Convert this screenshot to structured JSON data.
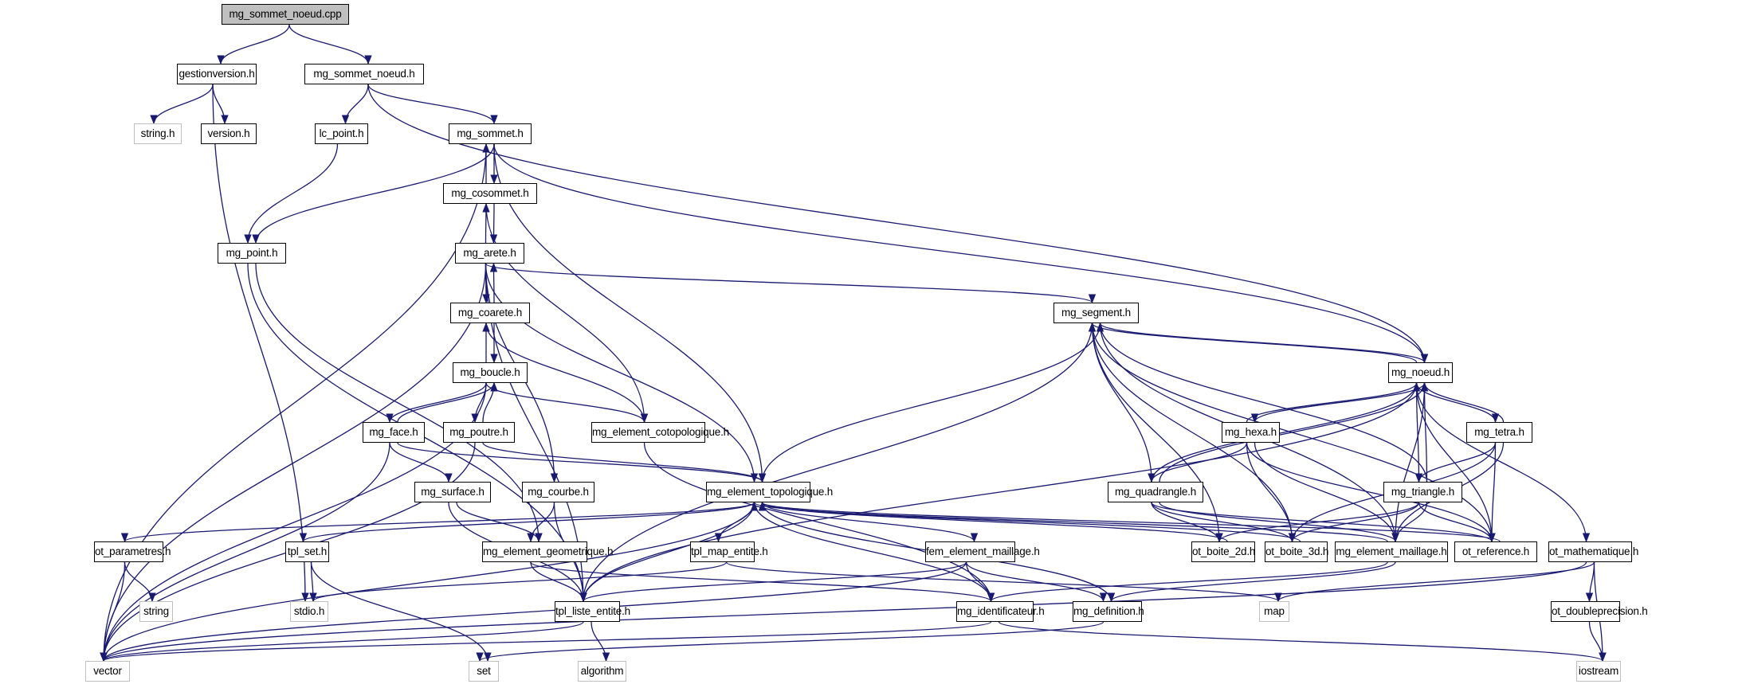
{
  "diagram": {
    "type": "include-dependency-graph",
    "root": "mg_sommet_noeud.cpp",
    "edge_color": "#191970",
    "root_fill": "#bfbfbf",
    "external_border": "#bfbfbf",
    "nodes": [
      {
        "id": "root",
        "label": "mg_sommet_noeud.cpp",
        "kind": "root"
      },
      {
        "id": "gestionversion",
        "label": "gestionversion.h",
        "kind": "project"
      },
      {
        "id": "mg_sommet_noeud_h",
        "label": "mg_sommet_noeud.h",
        "kind": "project"
      },
      {
        "id": "string_h",
        "label": "string.h",
        "kind": "external"
      },
      {
        "id": "version",
        "label": "version.h",
        "kind": "project"
      },
      {
        "id": "lc_point",
        "label": "lc_point.h",
        "kind": "project"
      },
      {
        "id": "mg_sommet",
        "label": "mg_sommet.h",
        "kind": "project"
      },
      {
        "id": "mg_cosommet",
        "label": "mg_cosommet.h",
        "kind": "project"
      },
      {
        "id": "mg_point",
        "label": "mg_point.h",
        "kind": "project"
      },
      {
        "id": "mg_arete",
        "label": "mg_arete.h",
        "kind": "project"
      },
      {
        "id": "mg_coarete",
        "label": "mg_coarete.h",
        "kind": "project"
      },
      {
        "id": "mg_segment",
        "label": "mg_segment.h",
        "kind": "project"
      },
      {
        "id": "mg_boucle",
        "label": "mg_boucle.h",
        "kind": "project"
      },
      {
        "id": "mg_noeud",
        "label": "mg_noeud.h",
        "kind": "project"
      },
      {
        "id": "mg_face",
        "label": "mg_face.h",
        "kind": "project"
      },
      {
        "id": "mg_poutre",
        "label": "mg_poutre.h",
        "kind": "project"
      },
      {
        "id": "mg_element_cotopologique",
        "label": "mg_element_cotopologique.h",
        "kind": "project"
      },
      {
        "id": "mg_hexa",
        "label": "mg_hexa.h",
        "kind": "project"
      },
      {
        "id": "mg_tetra",
        "label": "mg_tetra.h",
        "kind": "project"
      },
      {
        "id": "mg_surface",
        "label": "mg_surface.h",
        "kind": "project"
      },
      {
        "id": "mg_courbe",
        "label": "mg_courbe.h",
        "kind": "project"
      },
      {
        "id": "mg_element_topologique",
        "label": "mg_element_topologique.h",
        "kind": "project"
      },
      {
        "id": "mg_quadrangle",
        "label": "mg_quadrangle.h",
        "kind": "project"
      },
      {
        "id": "mg_triangle",
        "label": "mg_triangle.h",
        "kind": "project"
      },
      {
        "id": "ot_parametres",
        "label": "ot_parametres.h",
        "kind": "project"
      },
      {
        "id": "tpl_set",
        "label": "tpl_set.h",
        "kind": "project"
      },
      {
        "id": "mg_element_geometrique",
        "label": "mg_element_geometrique.h",
        "kind": "project"
      },
      {
        "id": "tpl_map_entite",
        "label": "tpl_map_entite.h",
        "kind": "project"
      },
      {
        "id": "fem_element_maillage",
        "label": "fem_element_maillage.h",
        "kind": "project"
      },
      {
        "id": "ot_boite_2d",
        "label": "ot_boite_2d.h",
        "kind": "project"
      },
      {
        "id": "ot_boite_3d",
        "label": "ot_boite_3d.h",
        "kind": "project"
      },
      {
        "id": "mg_element_maillage",
        "label": "mg_element_maillage.h",
        "kind": "project"
      },
      {
        "id": "ot_reference",
        "label": "ot_reference.h",
        "kind": "project"
      },
      {
        "id": "ot_mathematique",
        "label": "ot_mathematique.h",
        "kind": "project"
      },
      {
        "id": "string",
        "label": "string",
        "kind": "external"
      },
      {
        "id": "stdio_h",
        "label": "stdio.h",
        "kind": "external"
      },
      {
        "id": "tpl_liste_entite",
        "label": "tpl_liste_entite.h",
        "kind": "project"
      },
      {
        "id": "mg_identificateur",
        "label": "mg_identificateur.h",
        "kind": "project"
      },
      {
        "id": "mg_definition",
        "label": "mg_definition.h",
        "kind": "project"
      },
      {
        "id": "map",
        "label": "map",
        "kind": "external"
      },
      {
        "id": "ot_doubleprecision",
        "label": "ot_doubleprecision.h",
        "kind": "project"
      },
      {
        "id": "vector",
        "label": "vector",
        "kind": "external"
      },
      {
        "id": "set",
        "label": "set",
        "kind": "external"
      },
      {
        "id": "algorithm",
        "label": "algorithm",
        "kind": "external"
      },
      {
        "id": "iostream",
        "label": "iostream",
        "kind": "external"
      }
    ],
    "edges": [
      [
        "root",
        "gestionversion"
      ],
      [
        "root",
        "mg_sommet_noeud_h"
      ],
      [
        "gestionversion",
        "string_h"
      ],
      [
        "gestionversion",
        "version"
      ],
      [
        "gestionversion",
        "stdio_h"
      ],
      [
        "mg_sommet_noeud_h",
        "lc_point"
      ],
      [
        "mg_sommet_noeud_h",
        "mg_sommet"
      ],
      [
        "mg_sommet_noeud_h",
        "mg_noeud"
      ],
      [
        "lc_point",
        "mg_point"
      ],
      [
        "mg_sommet",
        "mg_cosommet"
      ],
      [
        "mg_sommet",
        "mg_point"
      ],
      [
        "mg_sommet",
        "mg_element_topologique"
      ],
      [
        "mg_sommet",
        "mg_noeud"
      ],
      [
        "mg_sommet",
        "vector"
      ],
      [
        "mg_cosommet",
        "mg_sommet"
      ],
      [
        "mg_cosommet",
        "mg_arete"
      ],
      [
        "mg_cosommet",
        "mg_element_cotopologique"
      ],
      [
        "mg_point",
        "tpl_liste_entite"
      ],
      [
        "mg_point",
        "mg_element_geometrique"
      ],
      [
        "mg_arete",
        "mg_cosommet"
      ],
      [
        "mg_arete",
        "mg_coarete"
      ],
      [
        "mg_arete",
        "mg_segment"
      ],
      [
        "mg_arete",
        "mg_courbe"
      ],
      [
        "mg_arete",
        "mg_element_topologique"
      ],
      [
        "mg_arete",
        "vector"
      ],
      [
        "mg_arete",
        "tpl_liste_entite"
      ],
      [
        "mg_coarete",
        "mg_arete"
      ],
      [
        "mg_coarete",
        "mg_boucle"
      ],
      [
        "mg_coarete",
        "mg_element_cotopologique"
      ],
      [
        "mg_boucle",
        "mg_coarete"
      ],
      [
        "mg_boucle",
        "mg_face"
      ],
      [
        "mg_boucle",
        "mg_poutre"
      ],
      [
        "mg_boucle",
        "mg_element_cotopologique"
      ],
      [
        "mg_boucle",
        "vector"
      ],
      [
        "mg_face",
        "mg_boucle"
      ],
      [
        "mg_face",
        "mg_surface"
      ],
      [
        "mg_face",
        "mg_element_topologique"
      ],
      [
        "mg_face",
        "vector"
      ],
      [
        "mg_poutre",
        "mg_boucle"
      ],
      [
        "mg_poutre",
        "mg_element_topologique"
      ],
      [
        "mg_poutre",
        "vector"
      ],
      [
        "mg_element_cotopologique",
        "mg_identificateur"
      ],
      [
        "mg_surface",
        "mg_element_geometrique"
      ],
      [
        "mg_surface",
        "tpl_liste_entite"
      ],
      [
        "mg_courbe",
        "mg_element_geometrique"
      ],
      [
        "mg_courbe",
        "tpl_liste_entite"
      ],
      [
        "mg_segment",
        "mg_noeud"
      ],
      [
        "mg_segment",
        "mg_element_maillage"
      ],
      [
        "mg_segment",
        "ot_boite_3d"
      ],
      [
        "mg_segment",
        "ot_reference"
      ],
      [
        "mg_segment",
        "tpl_liste_entite"
      ],
      [
        "mg_segment",
        "ot_boite_2d"
      ],
      [
        "mg_segment",
        "mg_element_topologique"
      ],
      [
        "mg_noeud",
        "mg_segment"
      ],
      [
        "mg_noeud",
        "mg_quadrangle"
      ],
      [
        "mg_noeud",
        "mg_hexa"
      ],
      [
        "mg_noeud",
        "mg_tetra"
      ],
      [
        "mg_noeud",
        "mg_triangle"
      ],
      [
        "mg_noeud",
        "mg_element_maillage"
      ],
      [
        "mg_noeud",
        "ot_reference"
      ],
      [
        "mg_noeud",
        "ot_mathematique"
      ],
      [
        "mg_noeud",
        "tpl_liste_entite"
      ],
      [
        "mg_hexa",
        "mg_noeud"
      ],
      [
        "mg_hexa",
        "mg_quadrangle"
      ],
      [
        "mg_hexa",
        "ot_boite_3d"
      ],
      [
        "mg_hexa",
        "mg_element_maillage"
      ],
      [
        "mg_hexa",
        "ot_reference"
      ],
      [
        "mg_tetra",
        "mg_noeud"
      ],
      [
        "mg_tetra",
        "mg_triangle"
      ],
      [
        "mg_tetra",
        "mg_element_maillage"
      ],
      [
        "mg_tetra",
        "ot_reference"
      ],
      [
        "mg_tetra",
        "ot_boite_3d"
      ],
      [
        "mg_quadrangle",
        "mg_noeud"
      ],
      [
        "mg_quadrangle",
        "mg_segment"
      ],
      [
        "mg_quadrangle",
        "ot_boite_2d"
      ],
      [
        "mg_quadrangle",
        "ot_boite_3d"
      ],
      [
        "mg_quadrangle",
        "mg_element_maillage"
      ],
      [
        "mg_quadrangle",
        "ot_reference"
      ],
      [
        "mg_triangle",
        "mg_noeud"
      ],
      [
        "mg_triangle",
        "mg_segment"
      ],
      [
        "mg_triangle",
        "ot_boite_2d"
      ],
      [
        "mg_triangle",
        "ot_boite_3d"
      ],
      [
        "mg_triangle",
        "mg_element_maillage"
      ],
      [
        "mg_triangle",
        "ot_reference"
      ],
      [
        "mg_element_topologique",
        "ot_parametres"
      ],
      [
        "mg_element_topologique",
        "tpl_set"
      ],
      [
        "mg_element_topologique",
        "tpl_map_entite"
      ],
      [
        "mg_element_topologique",
        "fem_element_maillage"
      ],
      [
        "mg_element_topologique",
        "tpl_liste_entite"
      ],
      [
        "mg_element_topologique",
        "mg_identificateur"
      ],
      [
        "mg_element_topologique",
        "mg_definition"
      ],
      [
        "mg_element_topologique",
        "vector"
      ],
      [
        "mg_element_maillage",
        "mg_element_topologique"
      ],
      [
        "mg_element_maillage",
        "mg_identificateur"
      ],
      [
        "mg_element_maillage",
        "mg_definition"
      ],
      [
        "ot_boite_2d",
        "mg_element_topologique"
      ],
      [
        "ot_boite_3d",
        "mg_element_topologique"
      ],
      [
        "ot_reference",
        "mg_element_topologique"
      ],
      [
        "ot_parametres",
        "string"
      ],
      [
        "ot_parametres",
        "vector"
      ],
      [
        "tpl_set",
        "stdio_h"
      ],
      [
        "tpl_set",
        "set"
      ],
      [
        "mg_element_geometrique",
        "tpl_liste_entite"
      ],
      [
        "mg_element_geometrique",
        "mg_identificateur"
      ],
      [
        "tpl_map_entite",
        "map"
      ],
      [
        "tpl_map_entite",
        "stdio_h"
      ],
      [
        "fem_element_maillage",
        "mg_identificateur"
      ],
      [
        "fem_element_maillage",
        "mg_definition"
      ],
      [
        "fem_element_maillage",
        "tpl_liste_entite"
      ],
      [
        "fem_element_maillage",
        "vector"
      ],
      [
        "tpl_liste_entite",
        "algorithm"
      ],
      [
        "tpl_liste_entite",
        "vector"
      ],
      [
        "mg_identificateur",
        "iostream"
      ],
      [
        "mg_identificateur",
        "vector"
      ],
      [
        "mg_definition",
        "set"
      ],
      [
        "ot_mathematique",
        "ot_doubleprecision"
      ],
      [
        "ot_mathematique",
        "iostream"
      ],
      [
        "ot_mathematique",
        "map"
      ],
      [
        "ot_mathematique",
        "vector"
      ],
      [
        "ot_doubleprecision",
        "iostream"
      ]
    ]
  }
}
